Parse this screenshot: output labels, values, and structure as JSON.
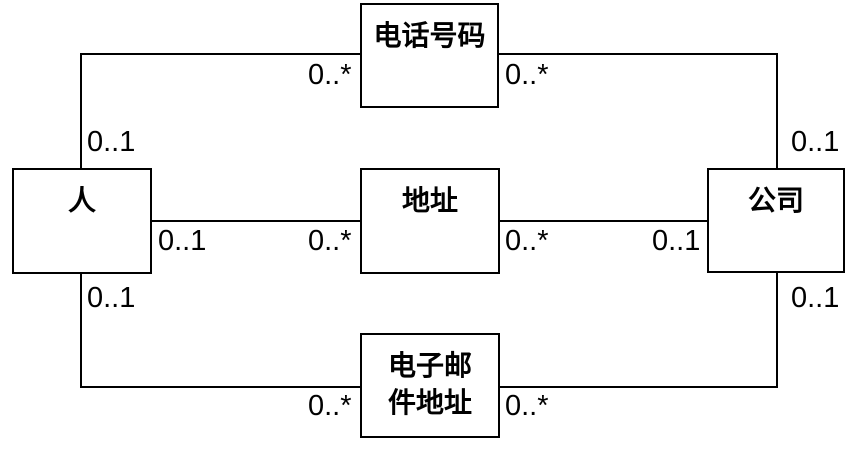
{
  "diagram": {
    "type": "uml-association-diagram",
    "background_color": "#ffffff",
    "line_color": "#000000",
    "entities": {
      "phone": {
        "label": "电话号码"
      },
      "person": {
        "label": "人"
      },
      "address": {
        "label": "地址"
      },
      "company": {
        "label": "公司"
      },
      "email": {
        "label": "电子邮\n件地址"
      }
    },
    "multiplicities": {
      "person_phone_at_person": "0..1",
      "person_phone_at_phone": "0..*",
      "company_phone_at_phone": "0..*",
      "company_phone_at_company": "0..1",
      "person_address_at_person": "0..1",
      "person_address_at_address": "0..*",
      "company_address_at_address": "0..*",
      "company_address_at_company": "0..1",
      "person_email_at_person": "0..1",
      "person_email_at_email": "0..*",
      "company_email_at_email": "0..*",
      "company_email_at_company": "0..1"
    }
  }
}
